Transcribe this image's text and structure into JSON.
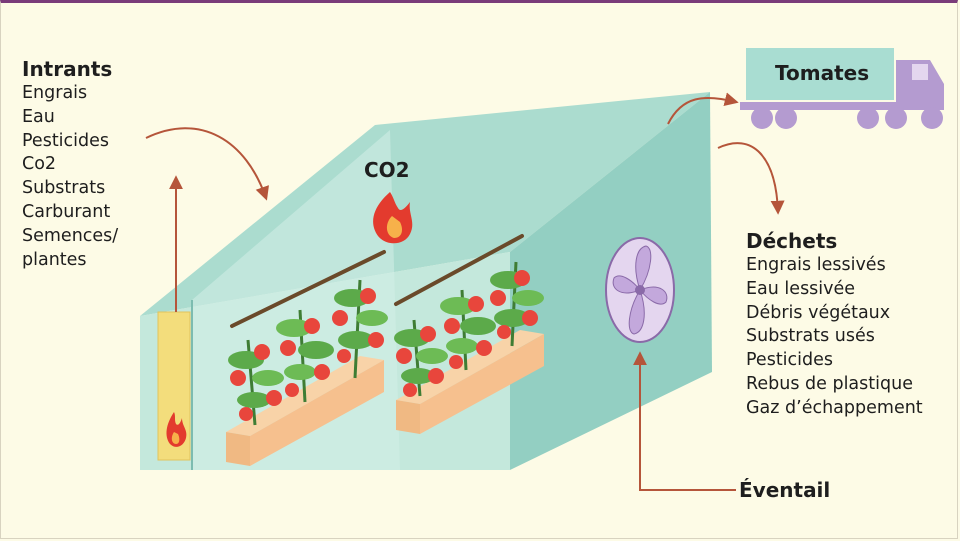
{
  "inputs": {
    "heading": "Intrants",
    "items": [
      "Engrais",
      "Eau",
      "Pesticides",
      "Co2",
      "Substrats",
      "Carburant",
      "Semences/",
      "plantes"
    ]
  },
  "waste": {
    "heading": "Déchets",
    "items": [
      "Engrais lessivés",
      "Eau lessivée",
      "Débris végétaux",
      "Substrats usés",
      "Pesticides",
      "Rebus de plastique",
      "Gaz d’échappement"
    ]
  },
  "labels": {
    "co2": "CO2",
    "fan": "Éventail",
    "truck": "Tomates"
  },
  "colors": {
    "background": "#fdfbe6",
    "greenhouse": "#9fd6c9",
    "planter": "#f6c08e",
    "tomato": "#e8463c",
    "leaf": "#5caa4a",
    "truck": "#b49bd0",
    "arrow": "#b5553a",
    "flame": "#e33b2e"
  }
}
